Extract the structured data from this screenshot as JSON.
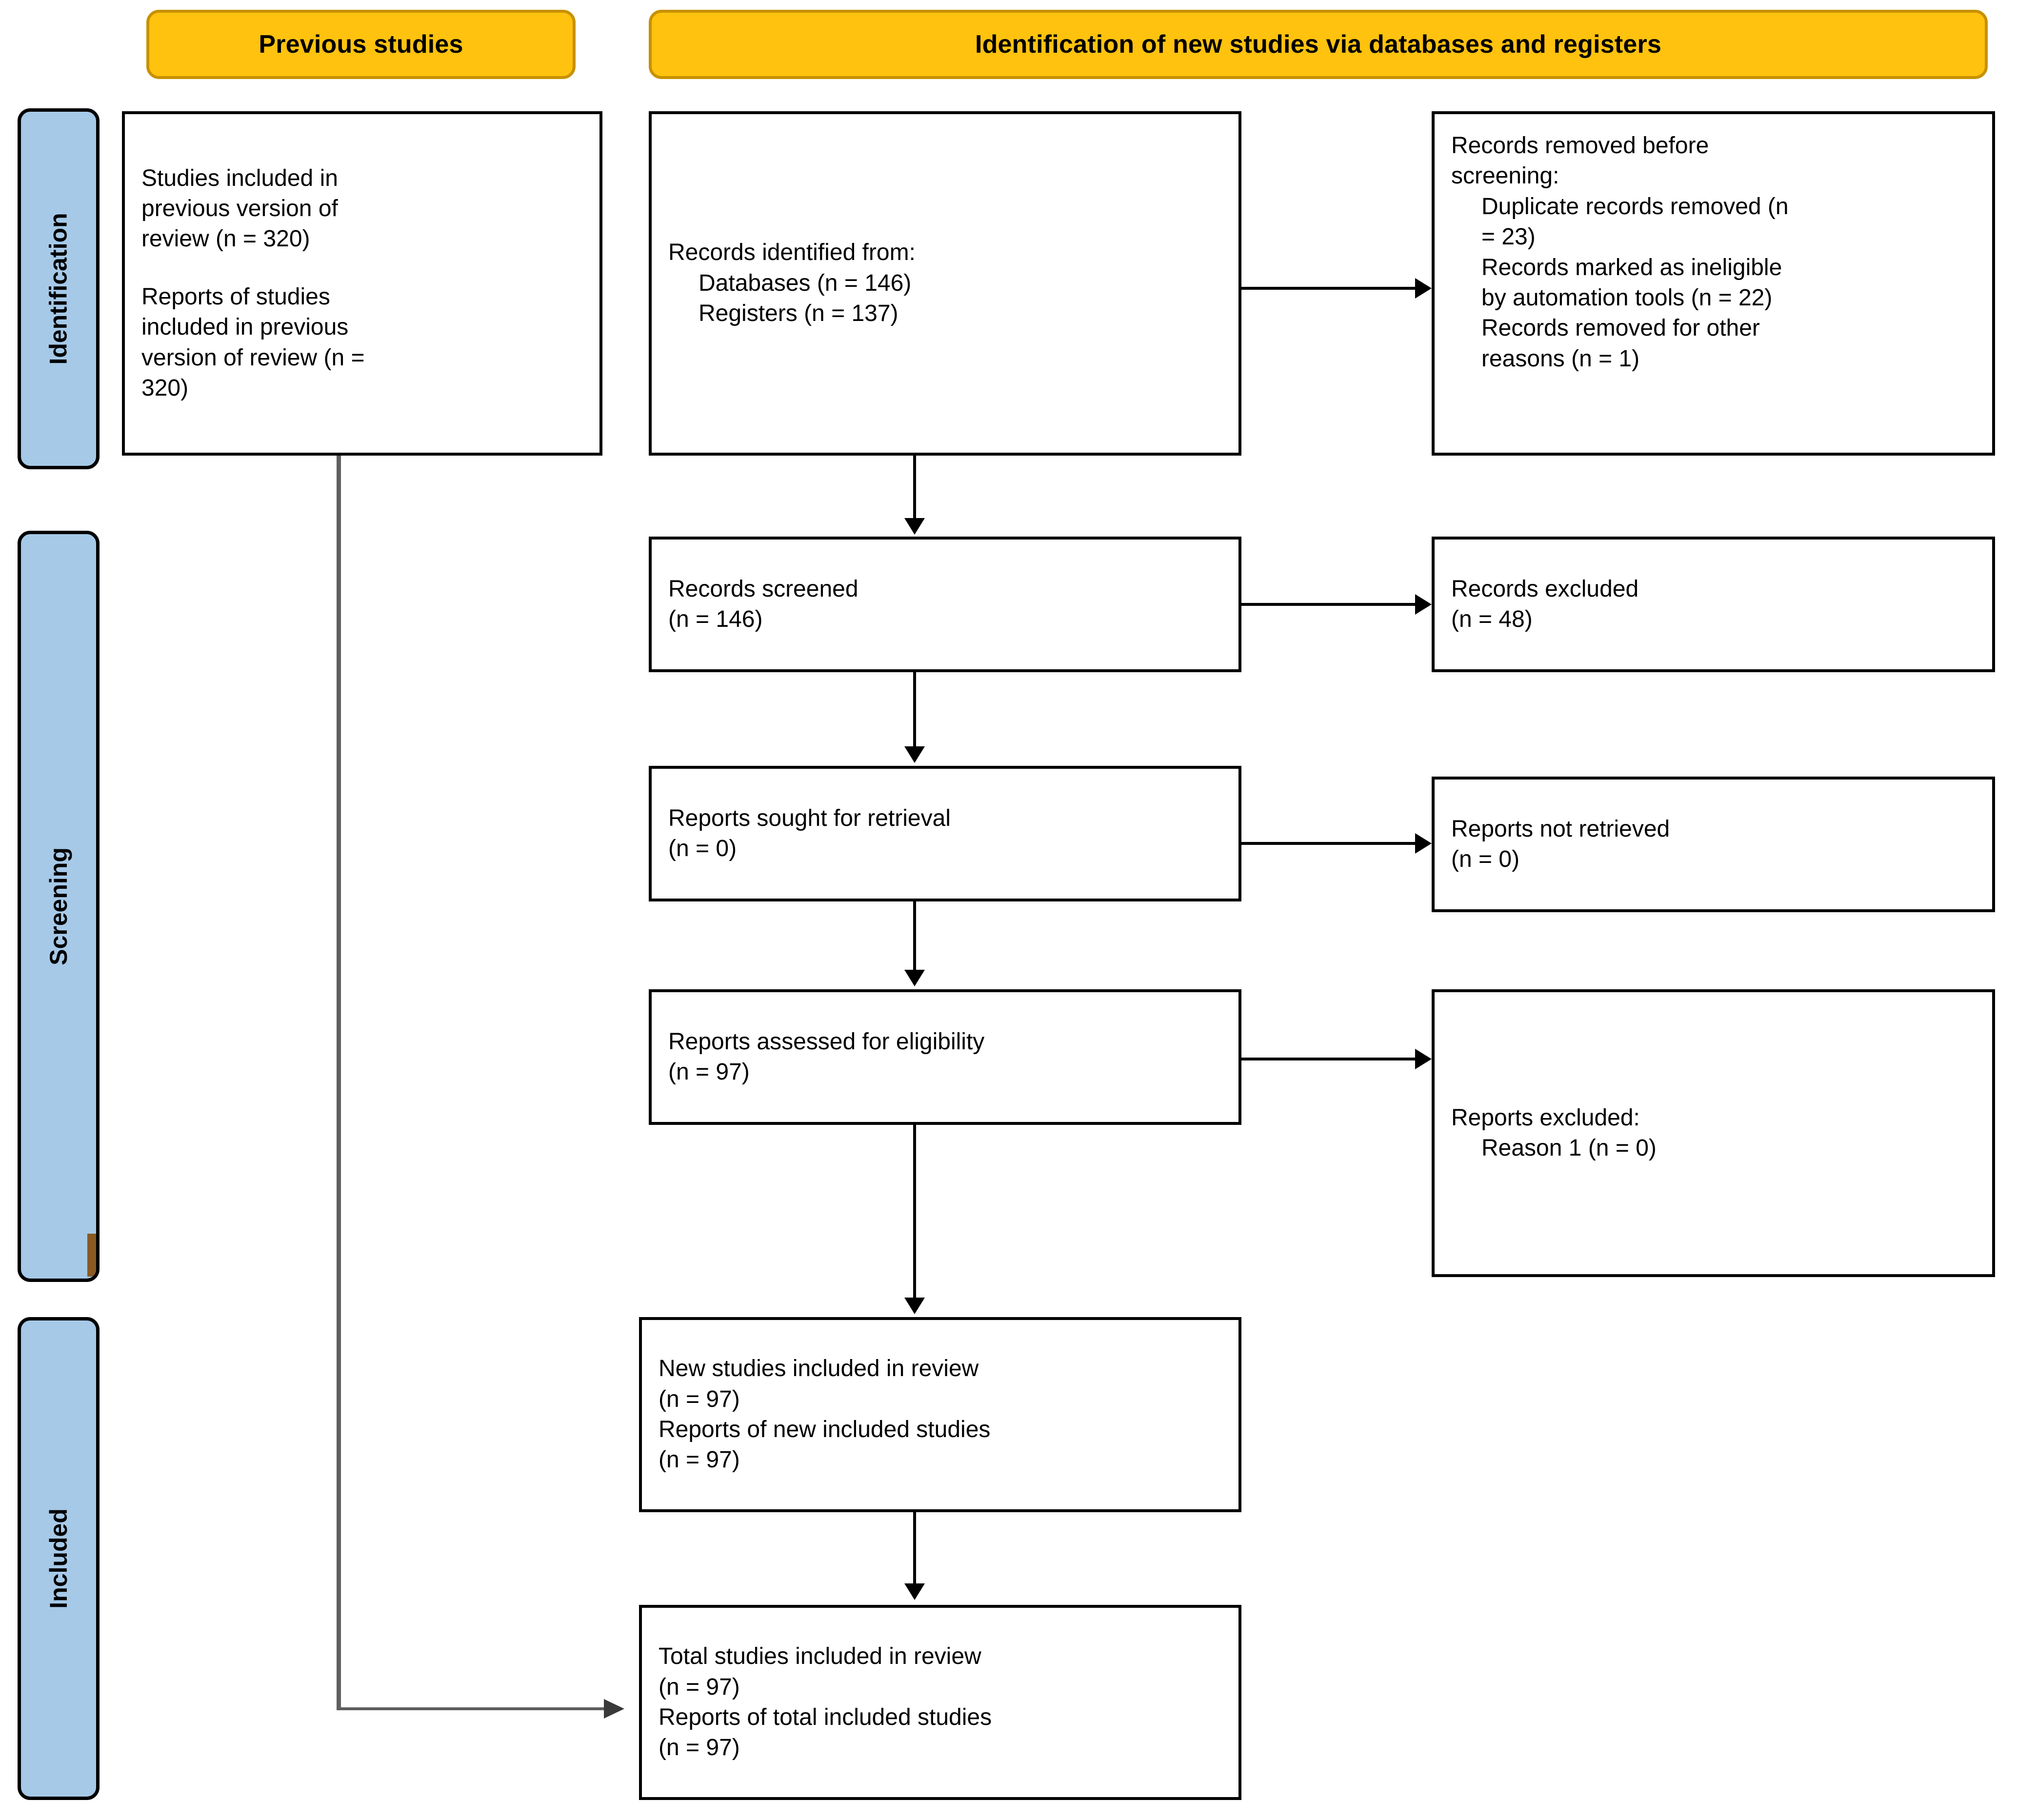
{
  "banners": {
    "previous": "Previous studies",
    "identification": "Identification of new studies via databases and registers"
  },
  "stages": [
    {
      "key": "identification",
      "label": "Identification"
    },
    {
      "key": "screening",
      "label": "Screening"
    },
    {
      "key": "included",
      "label": "Included"
    }
  ],
  "boxes": {
    "previous_studies": {
      "l1": "Studies included in",
      "l2": "previous version of",
      "l3": "review (n = 320)",
      "l4": "Reports of studies",
      "l5": "included in previous",
      "l6": "version of review (n =",
      "l7": "320)"
    },
    "records_identified": {
      "l1": "Records identified from:",
      "l2": "Databases (n = 146)",
      "l3": "Registers (n = 137)"
    },
    "records_removed": {
      "l1": "Records removed ",
      "l1_italic": "before",
      "l2_italic": "screening",
      "l2_tail": ":",
      "l3": "Duplicate records removed (n",
      "l4": "= 23)",
      "l5": "Records marked as ineligible",
      "l6": "by automation tools (n = 22)",
      "l7": "Records removed for other",
      "l8": "reasons (n = 1)"
    },
    "records_screened": {
      "l1": "Records screened",
      "l2": "(n = 146)"
    },
    "records_excluded": {
      "l1": "Records excluded",
      "l2": "(n = 48)"
    },
    "reports_sought": {
      "l1": "Reports sought for retrieval",
      "l2": "(n = 0)"
    },
    "reports_not_retrieved": {
      "l1": "Reports not retrieved",
      "l2": "(n = 0)"
    },
    "reports_assessed": {
      "l1": "Reports assessed for eligibility",
      "l2": "(n = 97)"
    },
    "reports_excluded": {
      "l1": "Reports excluded:",
      "l2": "Reason 1 (n = 0)"
    },
    "new_studies_included": {
      "l1": "New studies included in review",
      "l2": "(n = 97)",
      "l3": "Reports of new included studies",
      "l4": "(n = 97)"
    },
    "total_studies_included": {
      "l1": "Total studies included in review",
      "l2": "(n = 97)",
      "l3": "Reports of total included studies",
      "l4": "(n = 97)"
    }
  },
  "colors": {
    "banner_fill": "#FFC20E",
    "banner_border": "#C79100",
    "stage_fill": "#A6C9E8",
    "stage_border": "#000000",
    "box_border": "#000000",
    "connector": "#000000",
    "grey_connector": "#5F5F5F"
  }
}
